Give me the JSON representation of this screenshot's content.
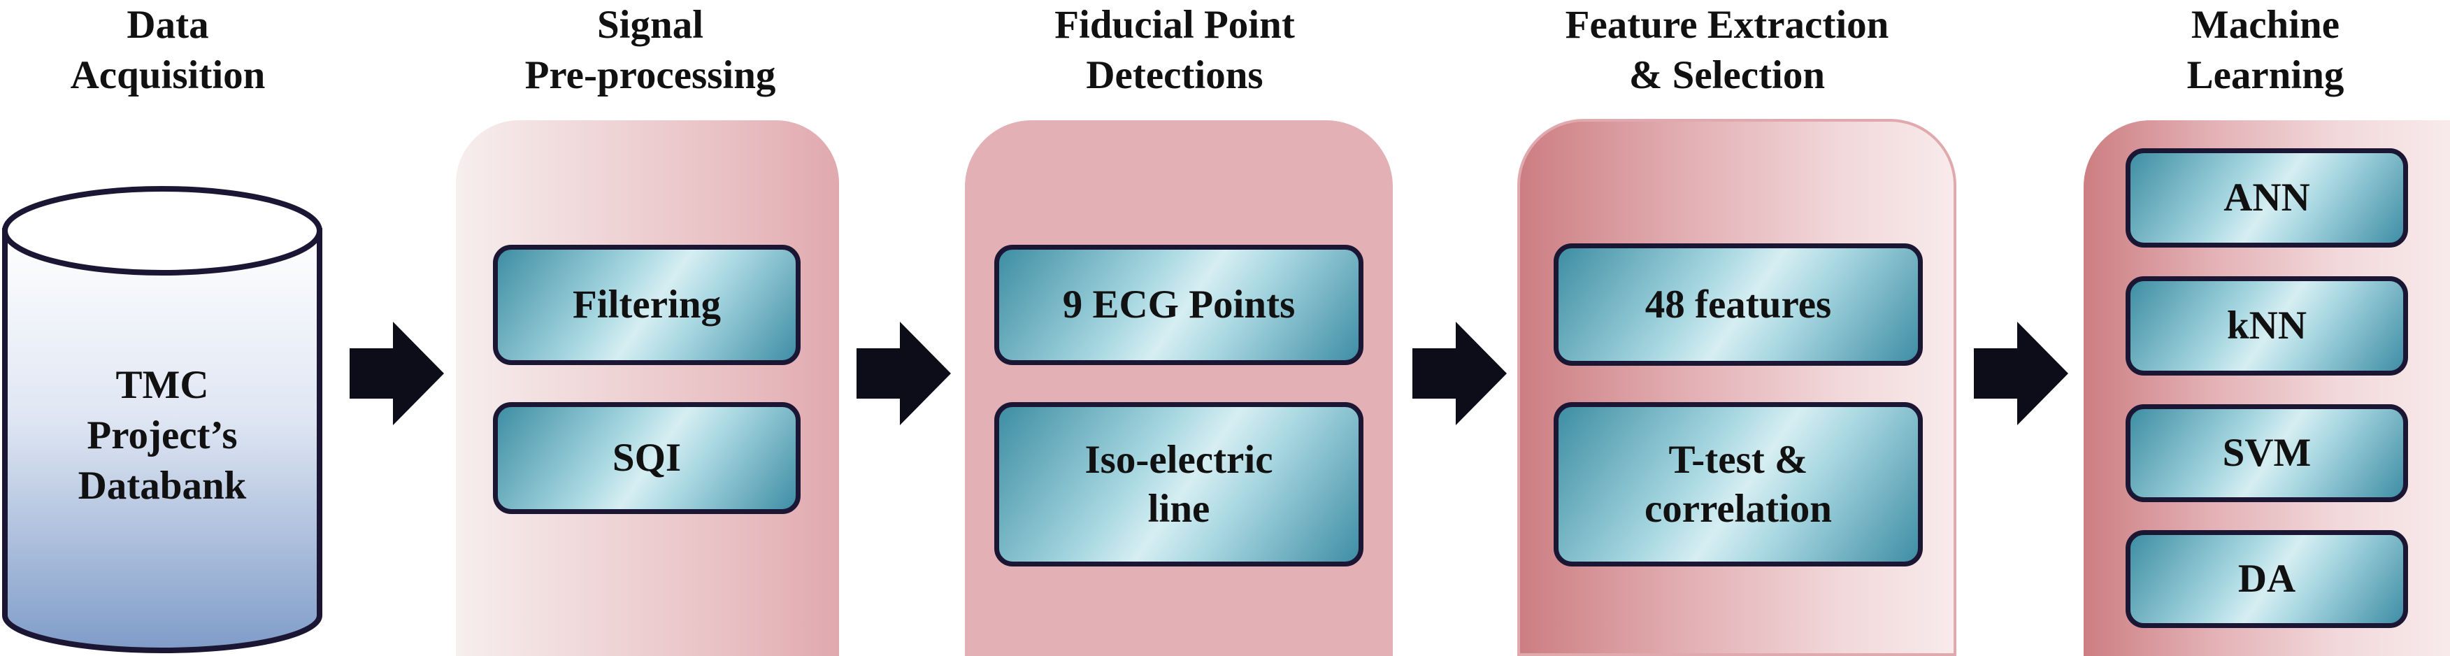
{
  "stages": [
    {
      "title_line1": "Data",
      "title_line2": "Acquisition"
    },
    {
      "title_line1": "Signal",
      "title_line2": "Pre-processing"
    },
    {
      "title_line1": "Fiducial Point",
      "title_line2": "Detections"
    },
    {
      "title_line1": "Feature Extraction",
      "title_line2": "& Selection"
    },
    {
      "title_line1": "Machine",
      "title_line2": "Learning"
    }
  ],
  "database": {
    "line1": "TMC",
    "line2": "Project’s",
    "line3": "Databank"
  },
  "preprocessing": {
    "box1": "Filtering",
    "box2": "SQI"
  },
  "fiducial": {
    "box1": "9 ECG Points",
    "box2_line1": "Iso-electric",
    "box2_line2": "line"
  },
  "features": {
    "box1": "48 features",
    "box2_line1": "T-test &",
    "box2_line2": "correlation"
  },
  "ml": {
    "box1": "ANN",
    "box2": "kNN",
    "box3": "SVM",
    "box4": "DA"
  },
  "colors": {
    "box_border": "#1a1633",
    "arrow": "#0d0d1a",
    "panel_pink": "#e3b1b5",
    "cylinder_blue": "#7f9cc8"
  }
}
